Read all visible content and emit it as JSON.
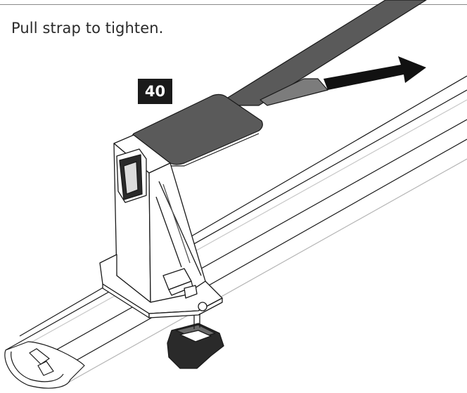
{
  "instruction": {
    "text": "Pull strap to tighten."
  },
  "step": {
    "number": "40"
  },
  "illustration": {
    "parts": [
      "roof-bar",
      "strap",
      "pull-arrow",
      "strap-holder",
      "buckle",
      "clamp-knob"
    ],
    "colors": {
      "line": "#1a1a1a",
      "strap": "#5a5a5a",
      "strap_tab": "#7c7c7c",
      "arrow": "#111111",
      "background": "#ffffff"
    }
  }
}
